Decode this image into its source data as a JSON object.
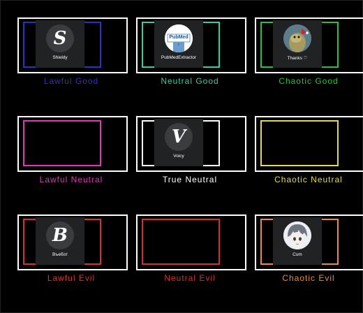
{
  "alignments": [
    {
      "label": "Lawful Good",
      "color": "#2c32c8",
      "bot": {
        "name": "Shieldy",
        "avatar": "letter",
        "letter": "S"
      }
    },
    {
      "label": "Neutral Good",
      "color": "#2fd1a8",
      "bot": {
        "name": "PubMedExtractor",
        "avatar": "pubmed",
        "logo_text": "PubMed"
      }
    },
    {
      "label": "Chaotic Good",
      "color": "#27c33a",
      "bot": {
        "name": "Thanks ♡",
        "avatar": "photo"
      }
    },
    {
      "label": "Lawful Neutral",
      "color": "#e236b8",
      "bot": null
    },
    {
      "label": "True Neutral",
      "color": "#ffffff",
      "bot": {
        "name": "Voicy",
        "avatar": "letter",
        "letter": "V"
      }
    },
    {
      "label": "Chaotic Neutral",
      "color": "#e6d84a",
      "bot": null
    },
    {
      "label": "Lawful Evil",
      "color": "#d8322c",
      "bot": {
        "name": "Въебот",
        "avatar": "letter",
        "letter": "B"
      }
    },
    {
      "label": "Neutral Evil",
      "color": "#d43127",
      "bot": null
    },
    {
      "label": "Chaotic Evil",
      "color": "#ec8a3e",
      "bot": {
        "name": "Cum",
        "avatar": "anime"
      }
    }
  ]
}
